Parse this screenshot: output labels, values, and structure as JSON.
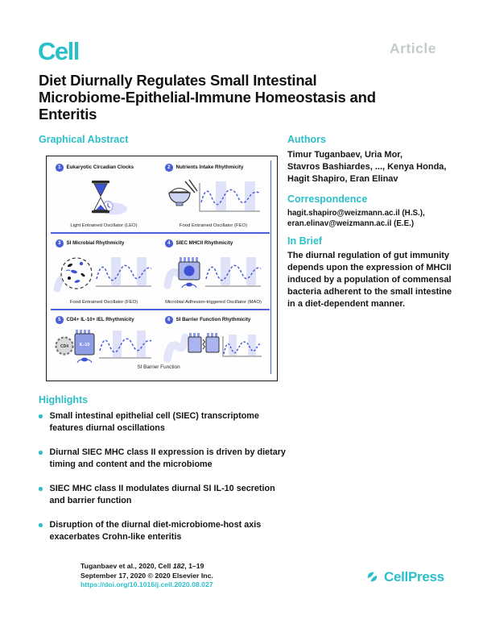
{
  "header": {
    "journal_logo": "Cell",
    "article_tag": "Article"
  },
  "title_lines": [
    "Diet Diurnally Regulates Small Intestinal",
    "Microbiome-Epithelial-Immune Homeostasis and",
    "Enteritis"
  ],
  "colors": {
    "teal": "#2bbfc9",
    "figure_blue": "#4a5fd8",
    "lavender": "#dfe2f8",
    "article_gray": "#c3cdca"
  },
  "graphical_abstract": {
    "heading": "Graphical Abstract",
    "panels": [
      {
        "num": "1",
        "title": "Eukaryotic Circadian Clocks",
        "caption": "Light Entrained Oscillator (LEO)"
      },
      {
        "num": "2",
        "title": "Nutrients Intake Rhythmicity",
        "caption": "Food Entrained Oscillator (FEO)"
      },
      {
        "num": "3",
        "title": "SI Microbial Rhythmicity",
        "caption": "Food Entrained Oscillator (FEO)"
      },
      {
        "num": "4",
        "title": "SIEC MHCII Rhythmicity",
        "caption": "Microbial Adhesion-triggered Oscillator (MAO)"
      },
      {
        "num": "5",
        "title": "CD4+ IL-10+ IEL Rhythmicity",
        "caption": ""
      },
      {
        "num": "6",
        "title": "SI Barrier Function Rhythmicity",
        "caption": ""
      }
    ],
    "bottom_caption": "SI Barrier Function",
    "cell_labels": {
      "cd4": "CD4",
      "il10": "IL-10"
    }
  },
  "authors": {
    "heading": "Authors",
    "lines": [
      "Timur Tuganbaev, Uria Mor,",
      "Stavros Bashiardes, ..., Kenya Honda,",
      "Hagit Shapiro, Eran Elinav"
    ]
  },
  "correspondence": {
    "heading": "Correspondence",
    "emails": [
      "hagit.shapiro@weizmann.ac.il (H.S.),",
      "eran.elinav@weizmann.ac.il (E.E.)"
    ]
  },
  "in_brief": {
    "heading": "In Brief",
    "text": "The diurnal regulation of gut immunity depends upon the expression of MHCII induced by a population of commensal bacteria adherent to the small intestine in a diet-dependent manner."
  },
  "highlights": {
    "heading": "Highlights",
    "items": [
      "Small intestinal epithelial cell (SIEC) transcriptome features diurnal oscillations",
      "Diurnal SIEC MHC class II expression is driven by dietary timing and content and the microbiome",
      "SIEC MHC class II modulates diurnal SI IL-10 secretion and barrier function",
      "Disruption of the diurnal diet-microbiome-host axis exacerbates Crohn-like enteritis"
    ]
  },
  "footer": {
    "citation_prefix": "Tuganbaev et al., 2020, Cell ",
    "volume": "182",
    "citation_suffix": ", 1–19",
    "line2": "September 17, 2020 © 2020 Elsevier Inc.",
    "doi": "https://doi.org/10.1016/j.cell.2020.08.027",
    "publisher": "CellPress"
  }
}
